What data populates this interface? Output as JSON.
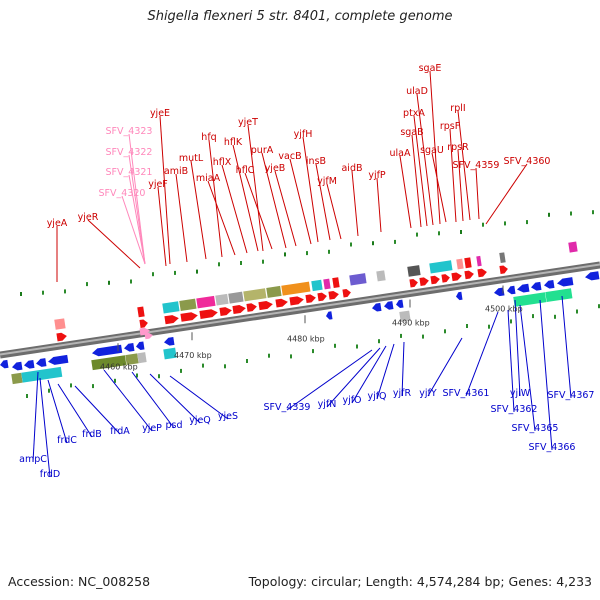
{
  "title": "Shigella flexneri 5 str. 8401, complete genome",
  "footer": {
    "accession": "Accession: NC_008258",
    "summary": "Topology: circular; Length: 4,574,284 bp; Genes: 4,233"
  },
  "scale_ticks": [
    {
      "label": "4460 kbp",
      "kbp": 4460
    },
    {
      "label": "4470 kbp",
      "kbp": 4470
    },
    {
      "label": "4480 kbp",
      "kbp": 4480
    },
    {
      "label": "4490 kbp",
      "kbp": 4490
    },
    {
      "label": "4500 kbp",
      "kbp": 4500
    }
  ],
  "colors": {
    "forward_gene": "#ee1111",
    "reverse_gene": "#1122dd",
    "pseudogene": "#ff99cc",
    "backbone": "#8a8a8a",
    "label_red": "#cc0000",
    "label_blue": "#0000cc",
    "label_pink": "#ff88bb"
  },
  "labels_forward": [
    "yjeA",
    "yjeR",
    "yjeE",
    "amiB",
    "yjeF",
    "mutL",
    "hfq",
    "miaA",
    "hflX",
    "hflK",
    "hflC",
    "yjeT",
    "purA",
    "yjeB",
    "vacB",
    "yjfH",
    "insB",
    "yjfM",
    "aidB",
    "yjfP",
    "ulaA",
    "sgaB",
    "ptxA",
    "ulaD",
    "sgaE",
    "sgaU",
    "rpsF",
    "rpsR",
    "rplI",
    "SFV_4359",
    "SFV_4360"
  ],
  "labels_pseudo": [
    "SFV_4323",
    "SFV_4322",
    "SFV_4321",
    "SFV_4320"
  ],
  "labels_reverse": [
    "ampC",
    "frdD",
    "frdC",
    "frdB",
    "frdA",
    "yjeP",
    "psd",
    "yjeQ",
    "yjeS",
    "SFV_4339",
    "yjfN",
    "yjfO",
    "yjfQ",
    "yjfR",
    "yjfY",
    "SFV_4361",
    "yjiW",
    "SFV_4362",
    "SFV_4365",
    "SFV_4366",
    "SFV_4367"
  ]
}
